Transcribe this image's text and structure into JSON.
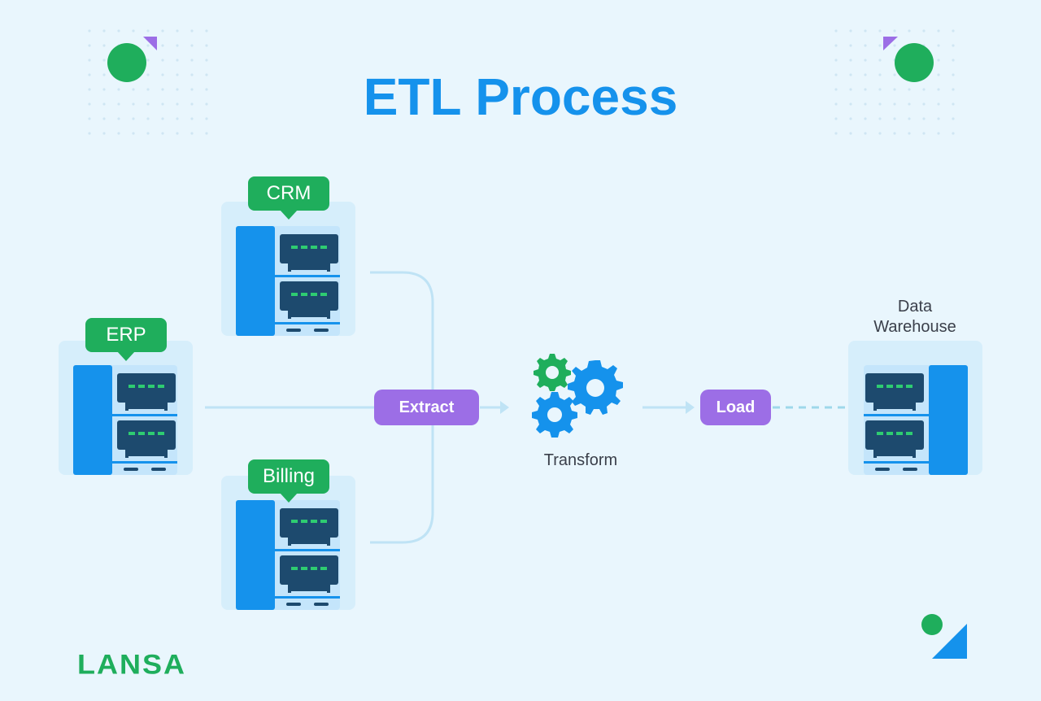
{
  "title": "ETL Process",
  "sources": {
    "crm": "CRM",
    "erp": "ERP",
    "billing": "Billing"
  },
  "steps": {
    "extract": "Extract",
    "transform": "Transform",
    "load": "Load"
  },
  "destination": {
    "line1": "Data",
    "line2": "Warehouse"
  },
  "logo": "LANSA",
  "colors": {
    "background": "#e9f6fd",
    "title": "#1592ec",
    "tag_green": "#1fae5c",
    "pill_purple": "#9c6ee6",
    "server_blue": "#1592ec",
    "server_light": "#c4e5fb",
    "server_dark": "#1d4a6e",
    "gear_blue": "#1592ec",
    "gear_green": "#1fae5c"
  },
  "icons": [
    "server-icon",
    "gear-icon",
    "arrow-icon"
  ]
}
